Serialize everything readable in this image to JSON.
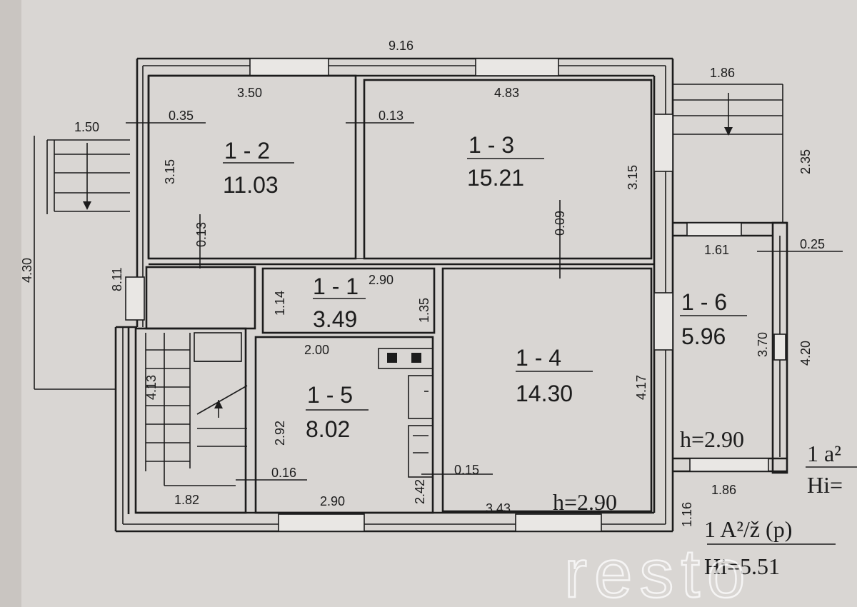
{
  "palette": {
    "paper": "#d9d6d3",
    "ink": "#1c1c1c",
    "watermark": "#ffffff"
  },
  "rooms": [
    {
      "id": "1-2",
      "label": "1 - 2",
      "area": "11.03"
    },
    {
      "id": "1-3",
      "label": "1 - 3",
      "area": "15.21"
    },
    {
      "id": "1-1",
      "label": "1 - 1",
      "area": "3.49"
    },
    {
      "id": "1-4",
      "label": "1 - 4",
      "area": "14.30"
    },
    {
      "id": "1-5",
      "label": "1 - 5",
      "area": "8.02"
    },
    {
      "id": "1-6",
      "label": "1 - 6",
      "area": "5.96"
    }
  ],
  "dimensions": {
    "overall_width": "9.16",
    "room12_width": "3.50",
    "room12_height": "3.15",
    "room12_wall": "0.35",
    "room13_width": "4.83",
    "room13_height": "3.15",
    "partition_13": "0.13",
    "partition_013b": "0.13",
    "partition_009": "0.09",
    "left_steps_width": "1.50",
    "left_total": "4.30",
    "left_height": "8.11",
    "right_steps_width": "1.86",
    "right_steps_depth": "2.35",
    "room16_width": "1.61",
    "room16_wall": "0.25",
    "room16_height": "3.70",
    "room16_outer": "4.20",
    "room16_bottom": "1.86",
    "room11_width": "2.90",
    "room11_left": "1.14",
    "room11_right": "1.35",
    "room15_top": "2.00",
    "room15_height": "2.92",
    "room15_bottom": "2.90",
    "stair_height": "4.13",
    "stair_wall": "0.16",
    "stair_width": "1.82",
    "kitchen_height": "2.42",
    "partition_015": "0.15",
    "room14_bottom": "3.43",
    "room14_height": "4.17",
    "bottom_right": "1.16"
  },
  "heights": {
    "room14": "h=2.90",
    "room16": "h=2.90"
  },
  "legend_main": {
    "title": "1 A²/ž (p)",
    "hi": "Hi=5.51"
  },
  "legend_side": {
    "title": "1 a²",
    "hi": "Hi="
  },
  "watermark": "resto"
}
